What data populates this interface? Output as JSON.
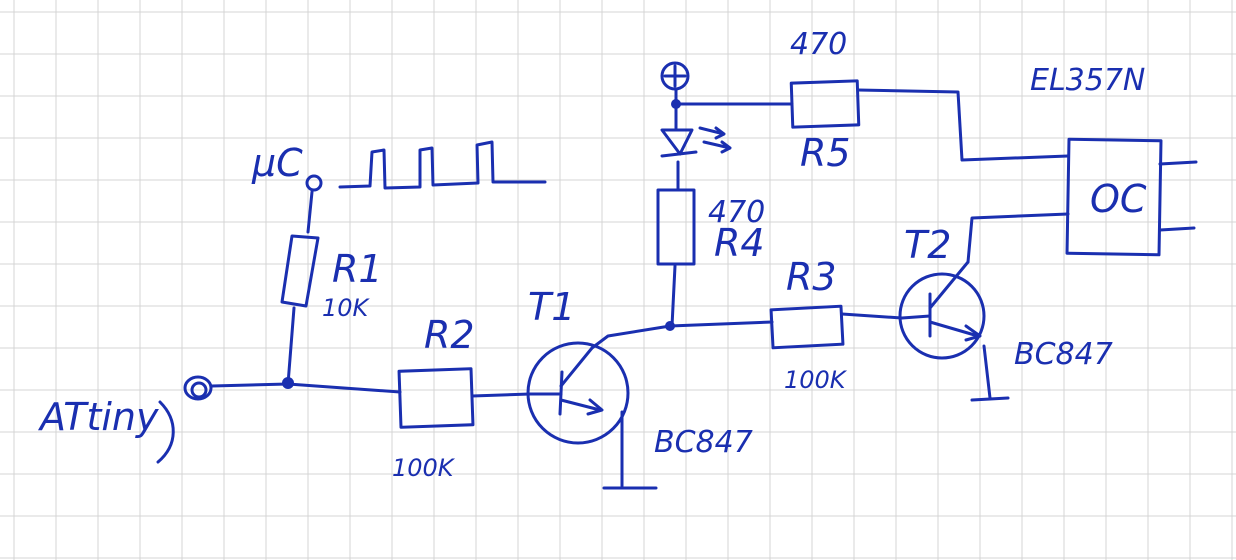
{
  "colors": {
    "ink": "#1a2fb0",
    "grid": "#d4d4d4",
    "paper": "#ffffff"
  },
  "labels": {
    "input": "ATtiny",
    "uc": "µC",
    "r1_name": "R1",
    "r1_value": "10K",
    "r2_name": "R2",
    "r2_value": "100K",
    "t1_name": "T1",
    "t1_part": "BC847",
    "plus": "+",
    "r4_value": "470",
    "r4_name": "R4",
    "r3_name": "R3",
    "r3_value": "100K",
    "r5_value": "470",
    "r5_name": "R5",
    "t2_name": "T2",
    "t2_part": "BC847",
    "opto_part": "EL357N",
    "opto_label": "OC"
  }
}
